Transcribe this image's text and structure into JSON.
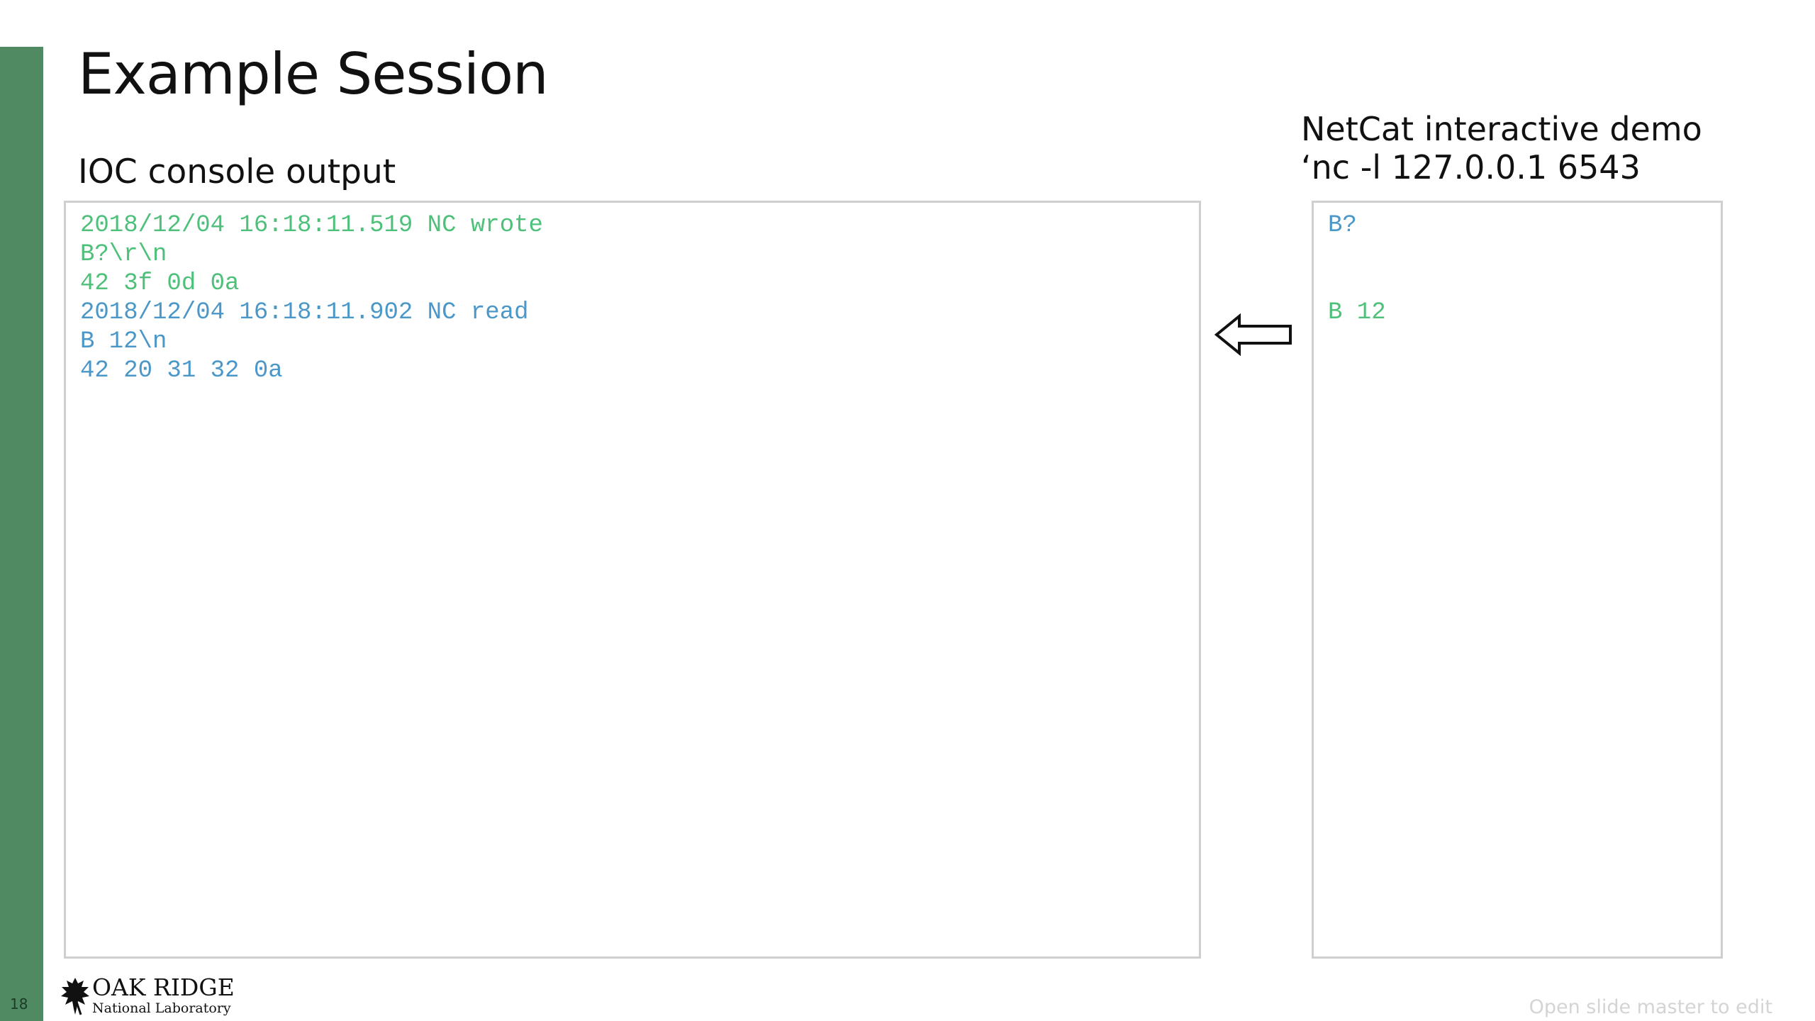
{
  "slide": {
    "title": "Example Session",
    "number": "18"
  },
  "ioc": {
    "label": "IOC console output",
    "lines": [
      {
        "text": "2018/12/04 16:18:11.519 NC wrote",
        "color": "#4ec07a"
      },
      {
        "text": "B?\\r\\n",
        "color": "#4ec07a"
      },
      {
        "text": "42 3f 0d 0a",
        "color": "#4ec07a"
      },
      {
        "text": "2018/12/04 16:18:11.902 NC read",
        "color": "#4a97c8"
      },
      {
        "text": "B 12\\n",
        "color": "#4a97c8"
      },
      {
        "text": "42 20 31 32 0a",
        "color": "#4a97c8"
      }
    ]
  },
  "netcat": {
    "label_line1": "NetCat interactive demo",
    "label_line2": "‘nc -l 127.0.0.1 6543",
    "lines": [
      {
        "text": "B?",
        "color": "#4a97c8"
      },
      {
        "text": "",
        "color": ""
      },
      {
        "text": "",
        "color": ""
      },
      {
        "text": "B 12",
        "color": "#4ec07a"
      }
    ]
  },
  "arrow": {
    "icon": "left-arrow-icon",
    "direction": "left"
  },
  "logo": {
    "name_line1": "OAK RIDGE",
    "name_line2": "National Laboratory",
    "icon": "oak-leaf-icon"
  },
  "footer": {
    "note": "Open slide master to edit"
  },
  "colors": {
    "accent_bar": "#4f8a63",
    "green_text": "#4ec07a",
    "blue_text": "#4a97c8"
  }
}
